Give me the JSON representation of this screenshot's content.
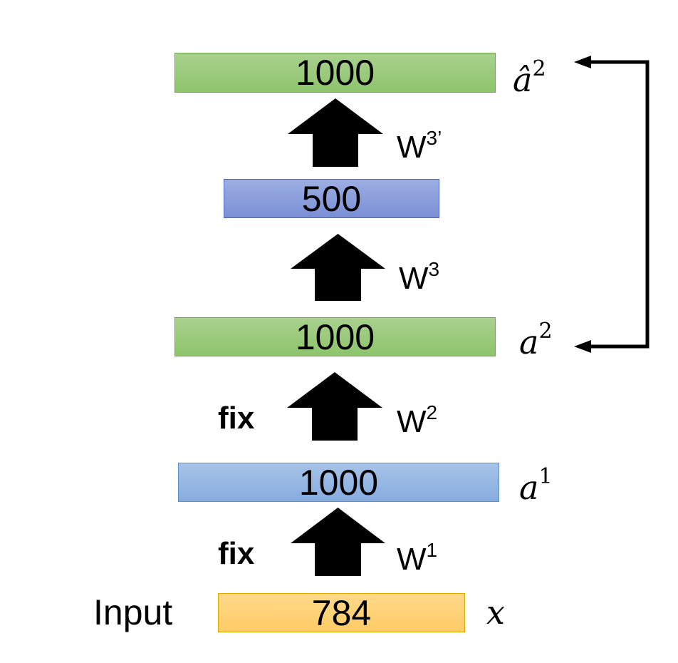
{
  "layers": {
    "top": "1000",
    "code": "500",
    "a2": "1000",
    "a1": "1000",
    "input": "784"
  },
  "weights": {
    "w3prime": "W",
    "w3prime_sup": "3’",
    "w3": "W",
    "w3_sup": "3",
    "w2": "W",
    "w2_sup": "2",
    "w1": "W",
    "w1_sup": "1"
  },
  "fix_labels": {
    "upper": "fix",
    "lower": "fix"
  },
  "variables": {
    "a_hat_2": "â",
    "a_hat_2_sup": "2",
    "a_2": "a",
    "a_2_sup": "2",
    "a_1": "a",
    "a_1_sup": "1",
    "x": "x"
  },
  "input_label": "Input"
}
